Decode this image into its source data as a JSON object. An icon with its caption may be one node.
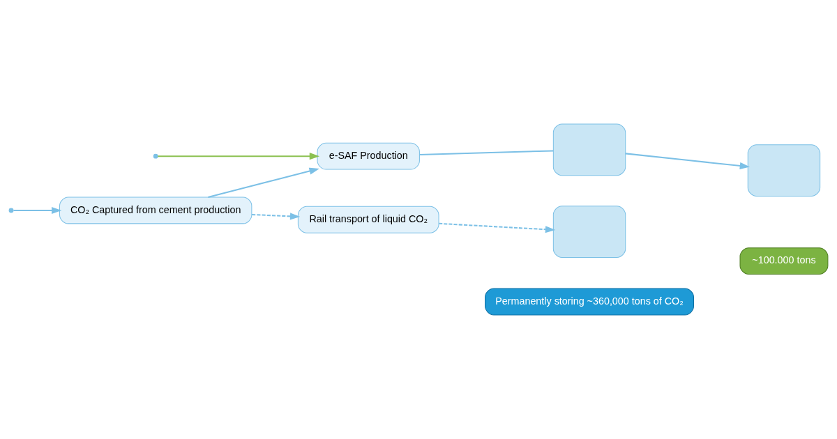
{
  "diagram": {
    "nodes": [
      {
        "text": [
          "CO₂ Captured from cement production"
        ]
      },
      {
        "text": [
          "Rail transport of liquid CO₂"
        ]
      },
      {
        "text": [],
        "shape": "box"
      },
      {
        "text": [
          "Permanently storing ~360,000 tons of CO₂"
        ]
      },
      {
        "text": [
          "e-SAF Production"
        ]
      },
      {
        "text": [],
        "shape": "box"
      },
      {
        "text": [],
        "shape": "box"
      },
      {
        "text": [
          "~100.000 tons"
        ]
      }
    ],
    "edges": [
      {
        "from": 0,
        "to": 1,
        "arrow": "to",
        "style": "dashed"
      },
      {
        "from": 1,
        "to": 2,
        "arrow": "to",
        "style": "dashed"
      },
      {
        "from": 0,
        "to": 4,
        "arrow": "to"
      },
      {
        "from": 4,
        "to": 5,
        "arrow": "none"
      },
      {
        "from": 5,
        "to": 6,
        "arrow": "to"
      },
      {
        "from": null,
        "to": 4,
        "arrow": "to",
        "color": "#8cc152"
      },
      {
        "from": null,
        "to": 0,
        "arrow": "to"
      }
    ]
  }
}
